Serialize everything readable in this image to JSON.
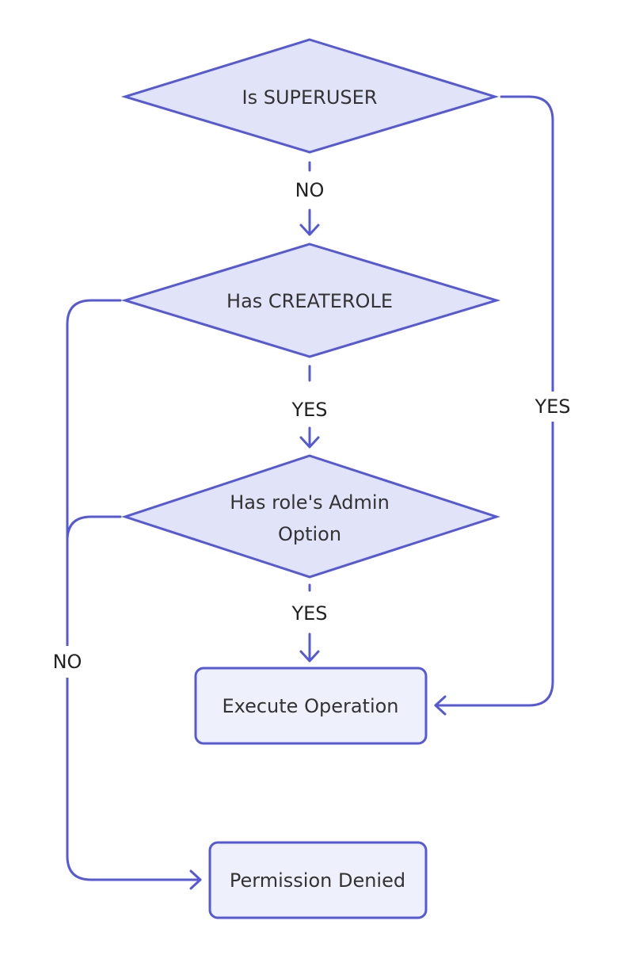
{
  "colors": {
    "stroke": "#5559d9",
    "decision_fill": "#e1e4f8",
    "process_fill": "#eef0fc",
    "text": "#333333"
  },
  "nodes": {
    "is_superuser": {
      "label": "Is SUPERUSER",
      "shape": "diamond"
    },
    "has_createrole": {
      "label": "Has CREATEROLE",
      "shape": "diamond"
    },
    "has_admin_option": {
      "label_line1": "Has role's Admin",
      "label_line2": "Option",
      "shape": "diamond"
    },
    "execute_operation": {
      "label": "Execute Operation",
      "shape": "rounded-rect"
    },
    "permission_denied": {
      "label": "Permission Denied",
      "shape": "rounded-rect"
    }
  },
  "edges": {
    "superuser_no": {
      "label": "NO",
      "from": "Is SUPERUSER",
      "to": "Has CREATEROLE"
    },
    "superuser_yes": {
      "label": "YES",
      "from": "Is SUPERUSER",
      "to": "Execute Operation"
    },
    "createrole_yes": {
      "label": "YES",
      "from": "Has CREATEROLE",
      "to": "Has role's Admin Option"
    },
    "createrole_no": {
      "from": "Has CREATEROLE",
      "to": "Permission Denied"
    },
    "admin_yes": {
      "label": "YES",
      "from": "Has role's Admin Option",
      "to": "Execute Operation"
    },
    "admin_no": {
      "label": "NO",
      "from": "Has role's Admin Option",
      "to": "Permission Denied"
    }
  }
}
